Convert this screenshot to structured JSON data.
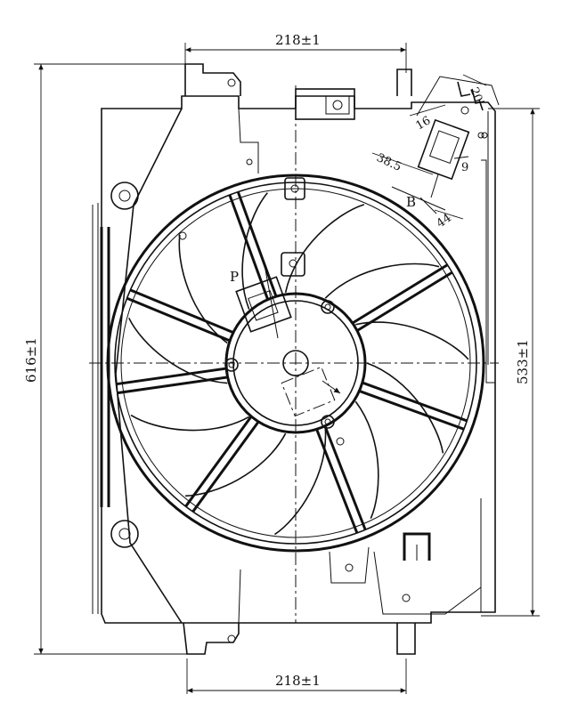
{
  "dimensions": {
    "top_width": "218±1",
    "bottom_width": "218±1",
    "overall_height": "616±1",
    "right_height": "533±1",
    "connector_size_1": "16",
    "connector_size_2": "9",
    "connector_size_3": "38.5",
    "connector_size_4": "44",
    "connector_size_5": "20"
  },
  "labels": {
    "view_b": "B",
    "view_p": "P"
  },
  "fan": {
    "blade_count": 11,
    "spoke_count": 7
  }
}
